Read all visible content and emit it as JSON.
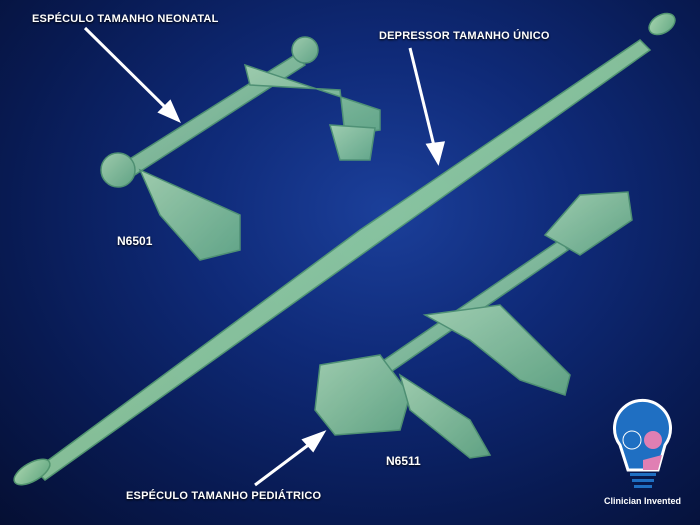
{
  "labels": {
    "neonatal": "ESPÉCULO TAMANHO NEONATAL",
    "depressor": "DEPRESSOR TAMANHO ÚNICO",
    "pediatric": "ESPÉCULO TAMANHO PEDIÁTRICO"
  },
  "codes": {
    "neonatal": "N6501",
    "pediatric": "N6511"
  },
  "logo": {
    "text": "Clinician Invented"
  },
  "colors": {
    "product": "#8fd39a",
    "background": "#0f2a78"
  }
}
